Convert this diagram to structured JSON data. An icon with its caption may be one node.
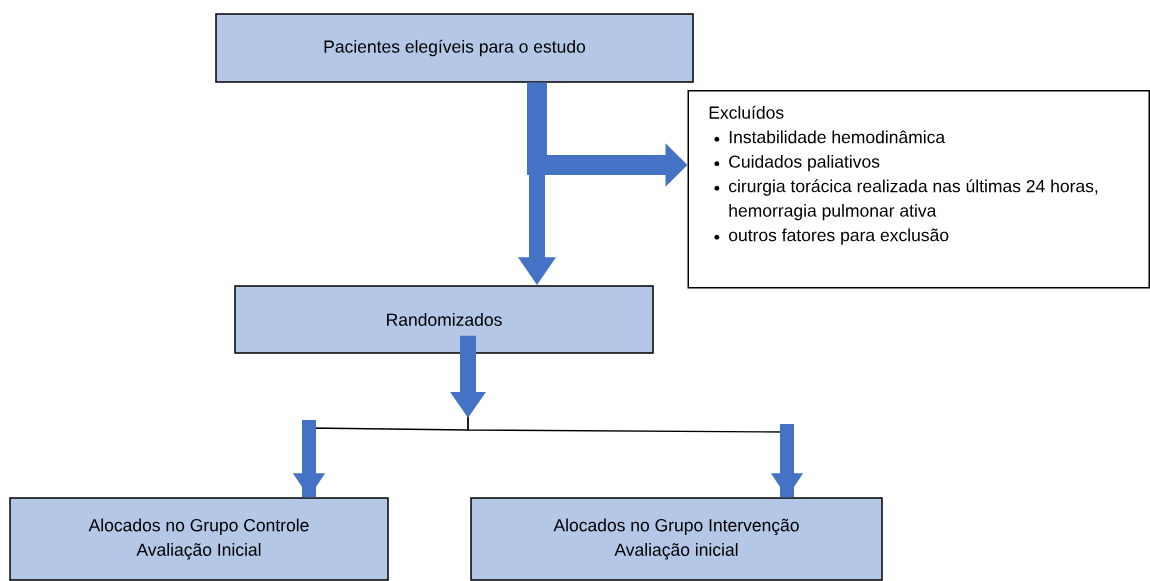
{
  "diagram": {
    "nodes": [
      {
        "text": [
          "Pacientes elegíveis para o estudo"
        ]
      },
      {
        "text": [
          "Excluídos",
          "Instabilidade hemodinâmica",
          "Cuidados paliativos",
          "cirurgia torácica realizada nas últimas 24 horas, hemorragia pulmonar ativa",
          "outros fatores para exclusão"
        ]
      },
      {
        "text": [
          "Randomizados"
        ]
      },
      {
        "text": [
          "Alocados no Grupo Controle Avaliação Inicial"
        ]
      },
      {
        "text": [
          "Alocados no Grupo Intervenção Avaliação inicial"
        ]
      }
    ],
    "edges": [
      {
        "from": 0,
        "to": 2,
        "arrow": "to",
        "style": "thick"
      },
      {
        "from": 0,
        "to": 1,
        "arrow": "to",
        "style": "thick"
      },
      {
        "from": 2,
        "to": 3,
        "arrow": "to",
        "color": "#000000"
      },
      {
        "from": 2,
        "to": 4,
        "arrow": "to",
        "color": "#000000"
      }
    ]
  }
}
